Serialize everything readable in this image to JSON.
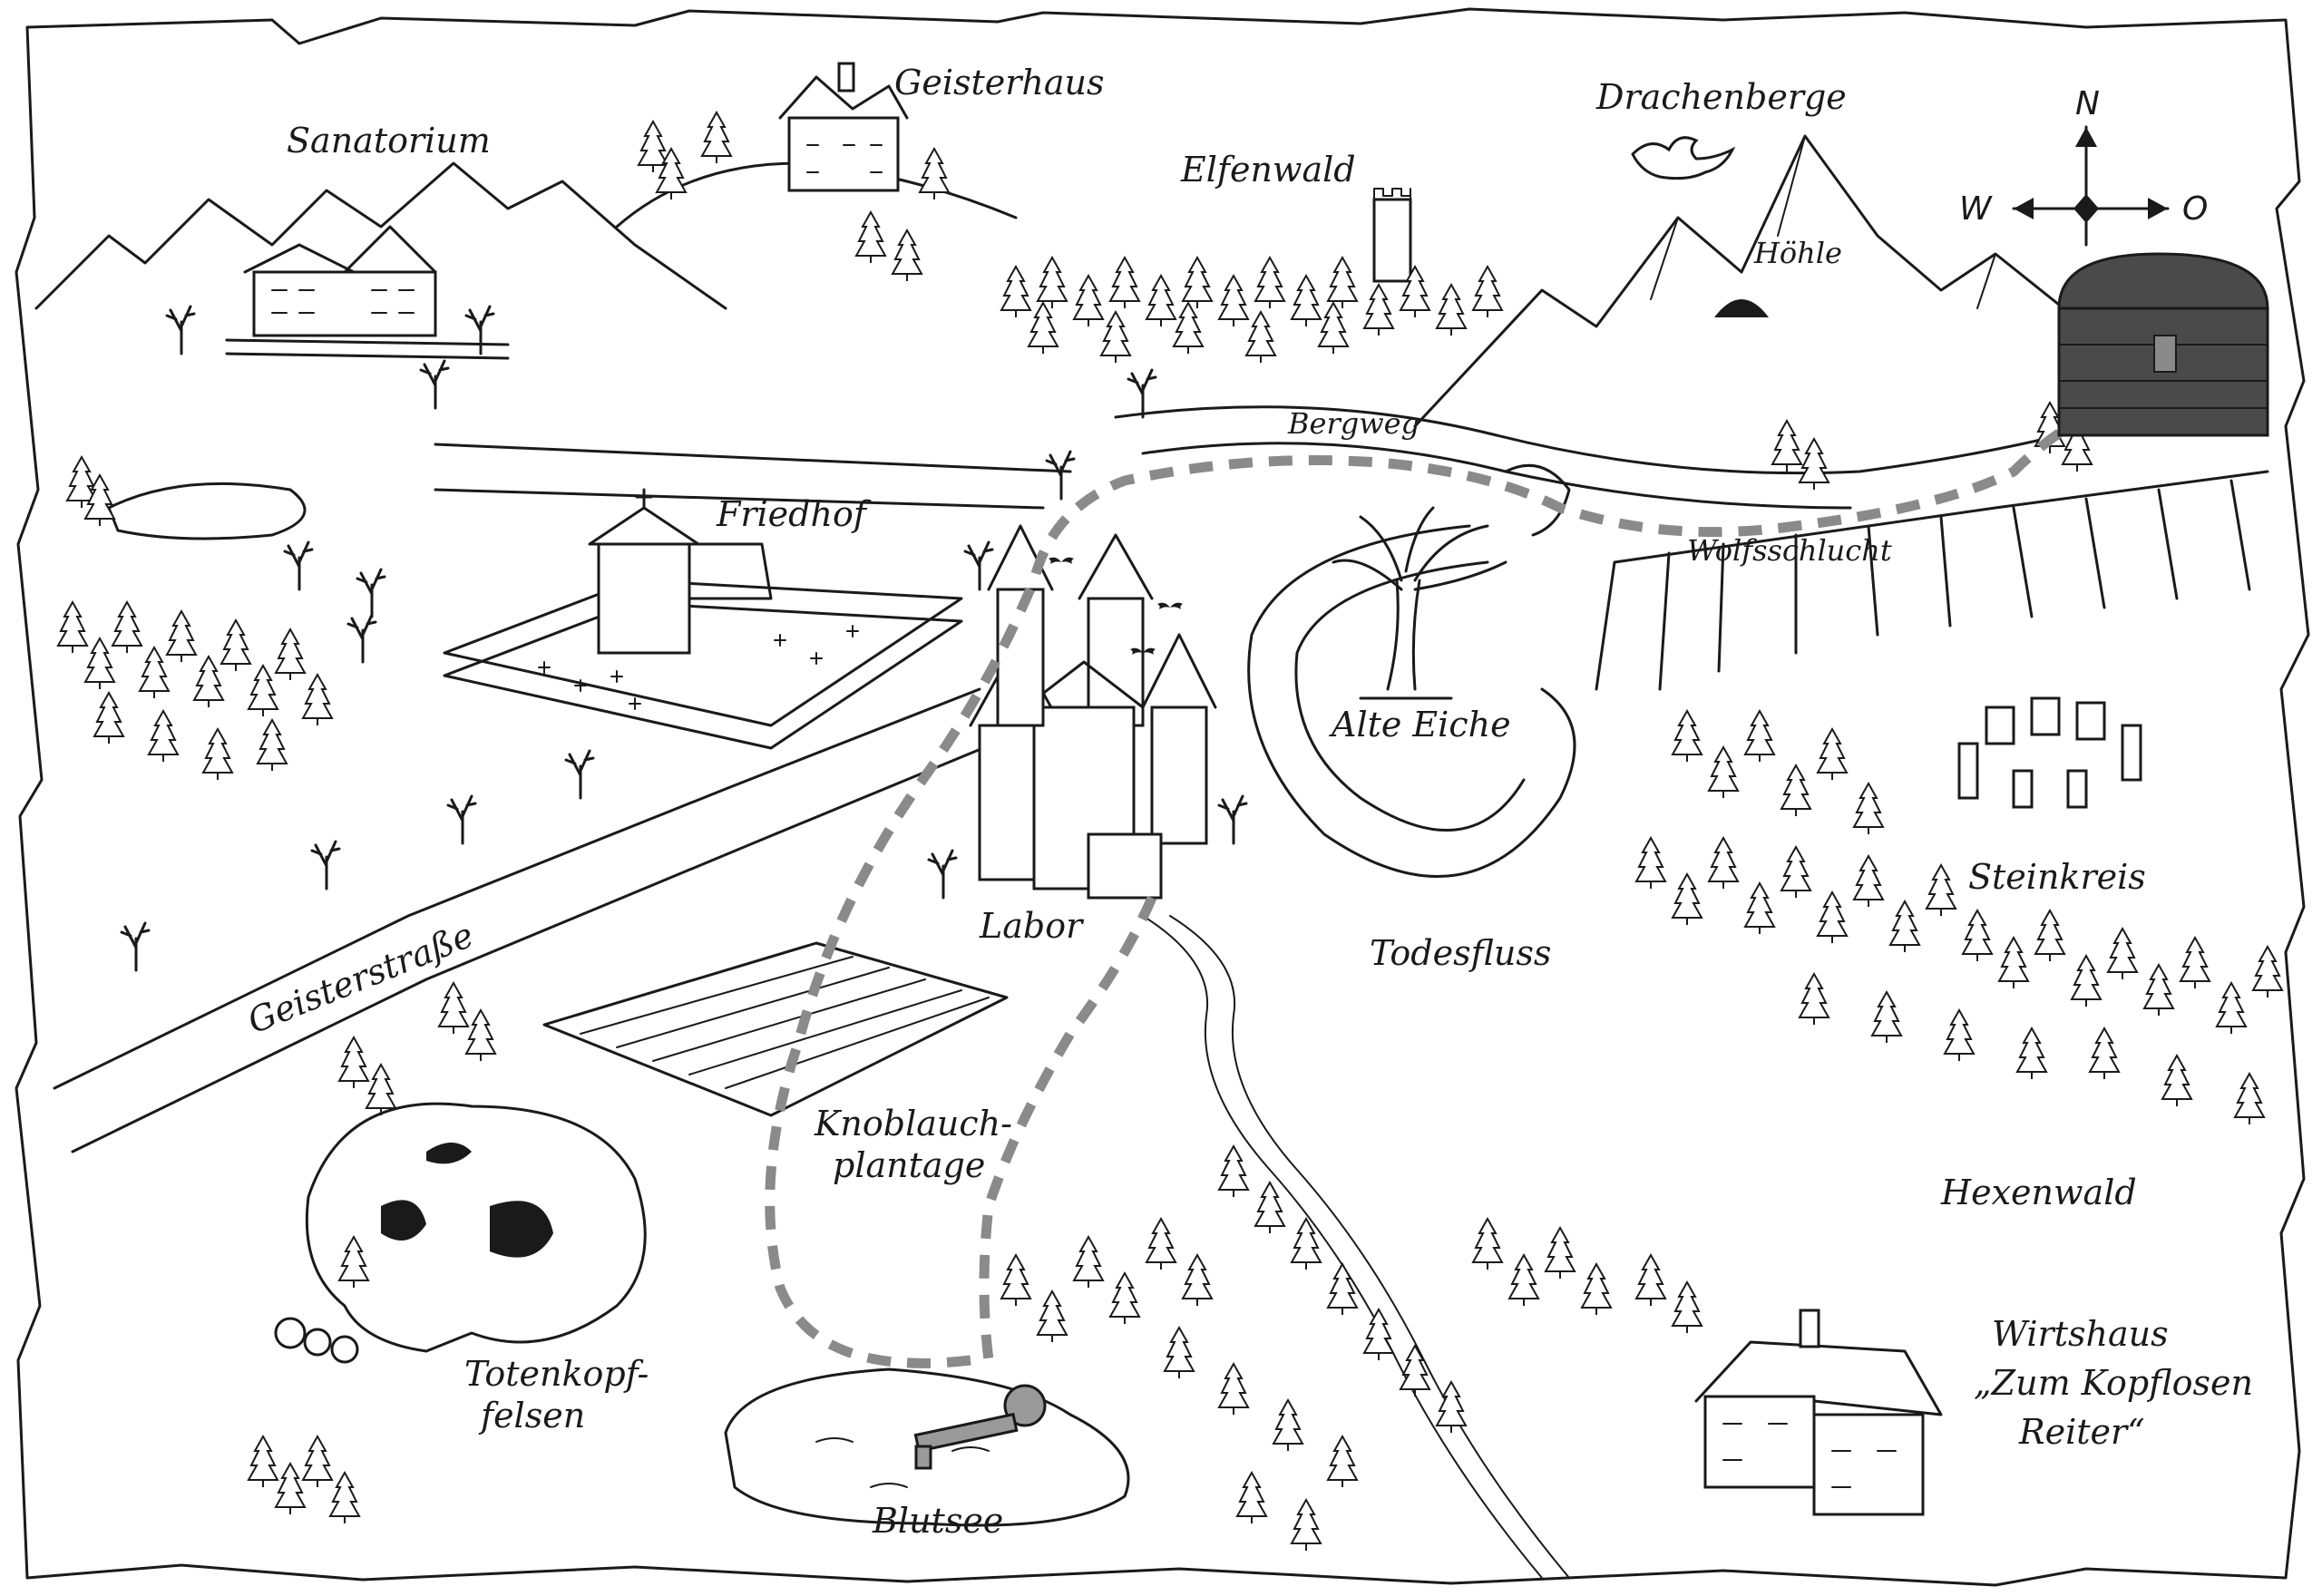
{
  "labels": {
    "sanatorium": "Sanatorium",
    "geisterhaus": "Geisterhaus",
    "elfenwald": "Elfenwald",
    "drachenberge": "Drachenberge",
    "hoehle": "Höhle",
    "friedhof": "Friedhof",
    "bergweg": "Bergweg",
    "wolfsschlucht": "Wolfsschlucht",
    "alte_eiche": "Alte Eiche",
    "labor": "Labor",
    "todesfluss": "Todesfluss",
    "geisterstrasse": "Geisterstraße",
    "steinkreis": "Steinkreis",
    "knoblauch_line1": "Knoblauch-",
    "knoblauch_line2": "plantage",
    "hexenwald": "Hexenwald",
    "totenkopf_line1": "Totenkopf-",
    "totenkopf_line2": "felsen",
    "wirtshaus_line1": "Wirtshaus",
    "wirtshaus_line2": "„Zum Kopflosen",
    "wirtshaus_line3": "Reiter“",
    "blutsee": "Blutsee"
  },
  "compass": {
    "north": "N",
    "west": "W",
    "east": "O"
  },
  "icons": {
    "compass": "compass-rose-icon",
    "chest": "treasure-chest-icon",
    "key": "key-icon",
    "dragon": "dragon-icon",
    "bat": "bat-icon"
  },
  "colors": {
    "ink": "#1a1a1a",
    "trail": "#8a8a8a",
    "chest": "#4a4a4a",
    "paper": "#ffffff"
  }
}
